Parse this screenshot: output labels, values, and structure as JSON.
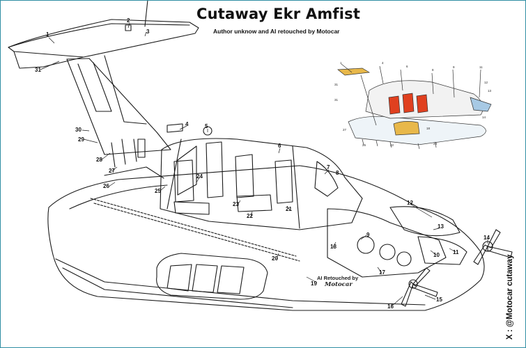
{
  "title": "Cutaway Ekr Amfist",
  "subtitle": "Author unknow and AI retouched by  Motocar",
  "side_credit": "X : @Motocar  cutaway",
  "retouch_text": "AI Retouched by",
  "retouch_logo": "Motocar",
  "colors": {
    "frame": "#2f8ea3",
    "line": "#1a1a1a",
    "seat_red": "#e0401f",
    "fuel_tank": "#e8b84a",
    "hull_blue": "#a7c9e4"
  },
  "callouts": [
    {
      "num": "1"
    },
    {
      "num": "2"
    },
    {
      "num": "3"
    },
    {
      "num": "4"
    },
    {
      "num": "5"
    },
    {
      "num": "6"
    },
    {
      "num": "7"
    },
    {
      "num": "8"
    },
    {
      "num": "9"
    },
    {
      "num": "10"
    },
    {
      "num": "11"
    },
    {
      "num": "12"
    },
    {
      "num": "13"
    },
    {
      "num": "14"
    },
    {
      "num": "15"
    },
    {
      "num": "16"
    },
    {
      "num": "17"
    },
    {
      "num": "18"
    },
    {
      "num": "19"
    },
    {
      "num": "20"
    },
    {
      "num": "21"
    },
    {
      "num": "22"
    },
    {
      "num": "23"
    },
    {
      "num": "24"
    },
    {
      "num": "25"
    },
    {
      "num": "26"
    },
    {
      "num": "27"
    },
    {
      "num": "28"
    },
    {
      "num": "29"
    },
    {
      "num": "30"
    },
    {
      "num": "31"
    }
  ]
}
